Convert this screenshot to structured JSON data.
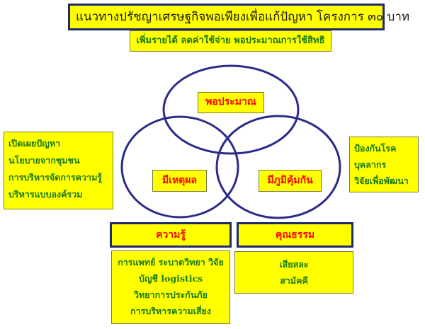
{
  "title": "แนวทางปรัชญาเศรษฐกิจพอเพียงเพื่อแก้ปัญหา โครงการ ๓๐ บาท",
  "subtitle": "เพิ่มรายได้ ลดค่าใช้จ่าย พอประมาณการใช้สิทธิ",
  "circles": {
    "top_label": "พอประมาณ",
    "left_label": "มีเหตุผล",
    "right_label": "มีภูมิคุ้มกัน"
  },
  "left_list": [
    "เปิดเผยปัญหา",
    "นโยบายจากชุมชน",
    "การบริหารจัดการความรู้",
    "บริหารแบบองค์รวม"
  ],
  "right_list": [
    "ป้องกันโรค",
    "บุคลากร",
    "วิจัยเพื่อพัฒนา"
  ],
  "knowledge": {
    "header": "ความรู้",
    "items": [
      "การแพทย์ ระบาดวิทยา วิจัย",
      "บัญชี logistics",
      "วิทยาการประกันภัย",
      "การบริหารความเสี่ยง"
    ]
  },
  "virtue": {
    "header": "คุณธรรม",
    "items": [
      "เสียสละ",
      "สามัคคี"
    ]
  },
  "colors": {
    "box_fill": "#ffff00",
    "circle_stroke": "#2b2b8a",
    "list_text": "#1a7a1a",
    "label_text": "#ff0000"
  }
}
